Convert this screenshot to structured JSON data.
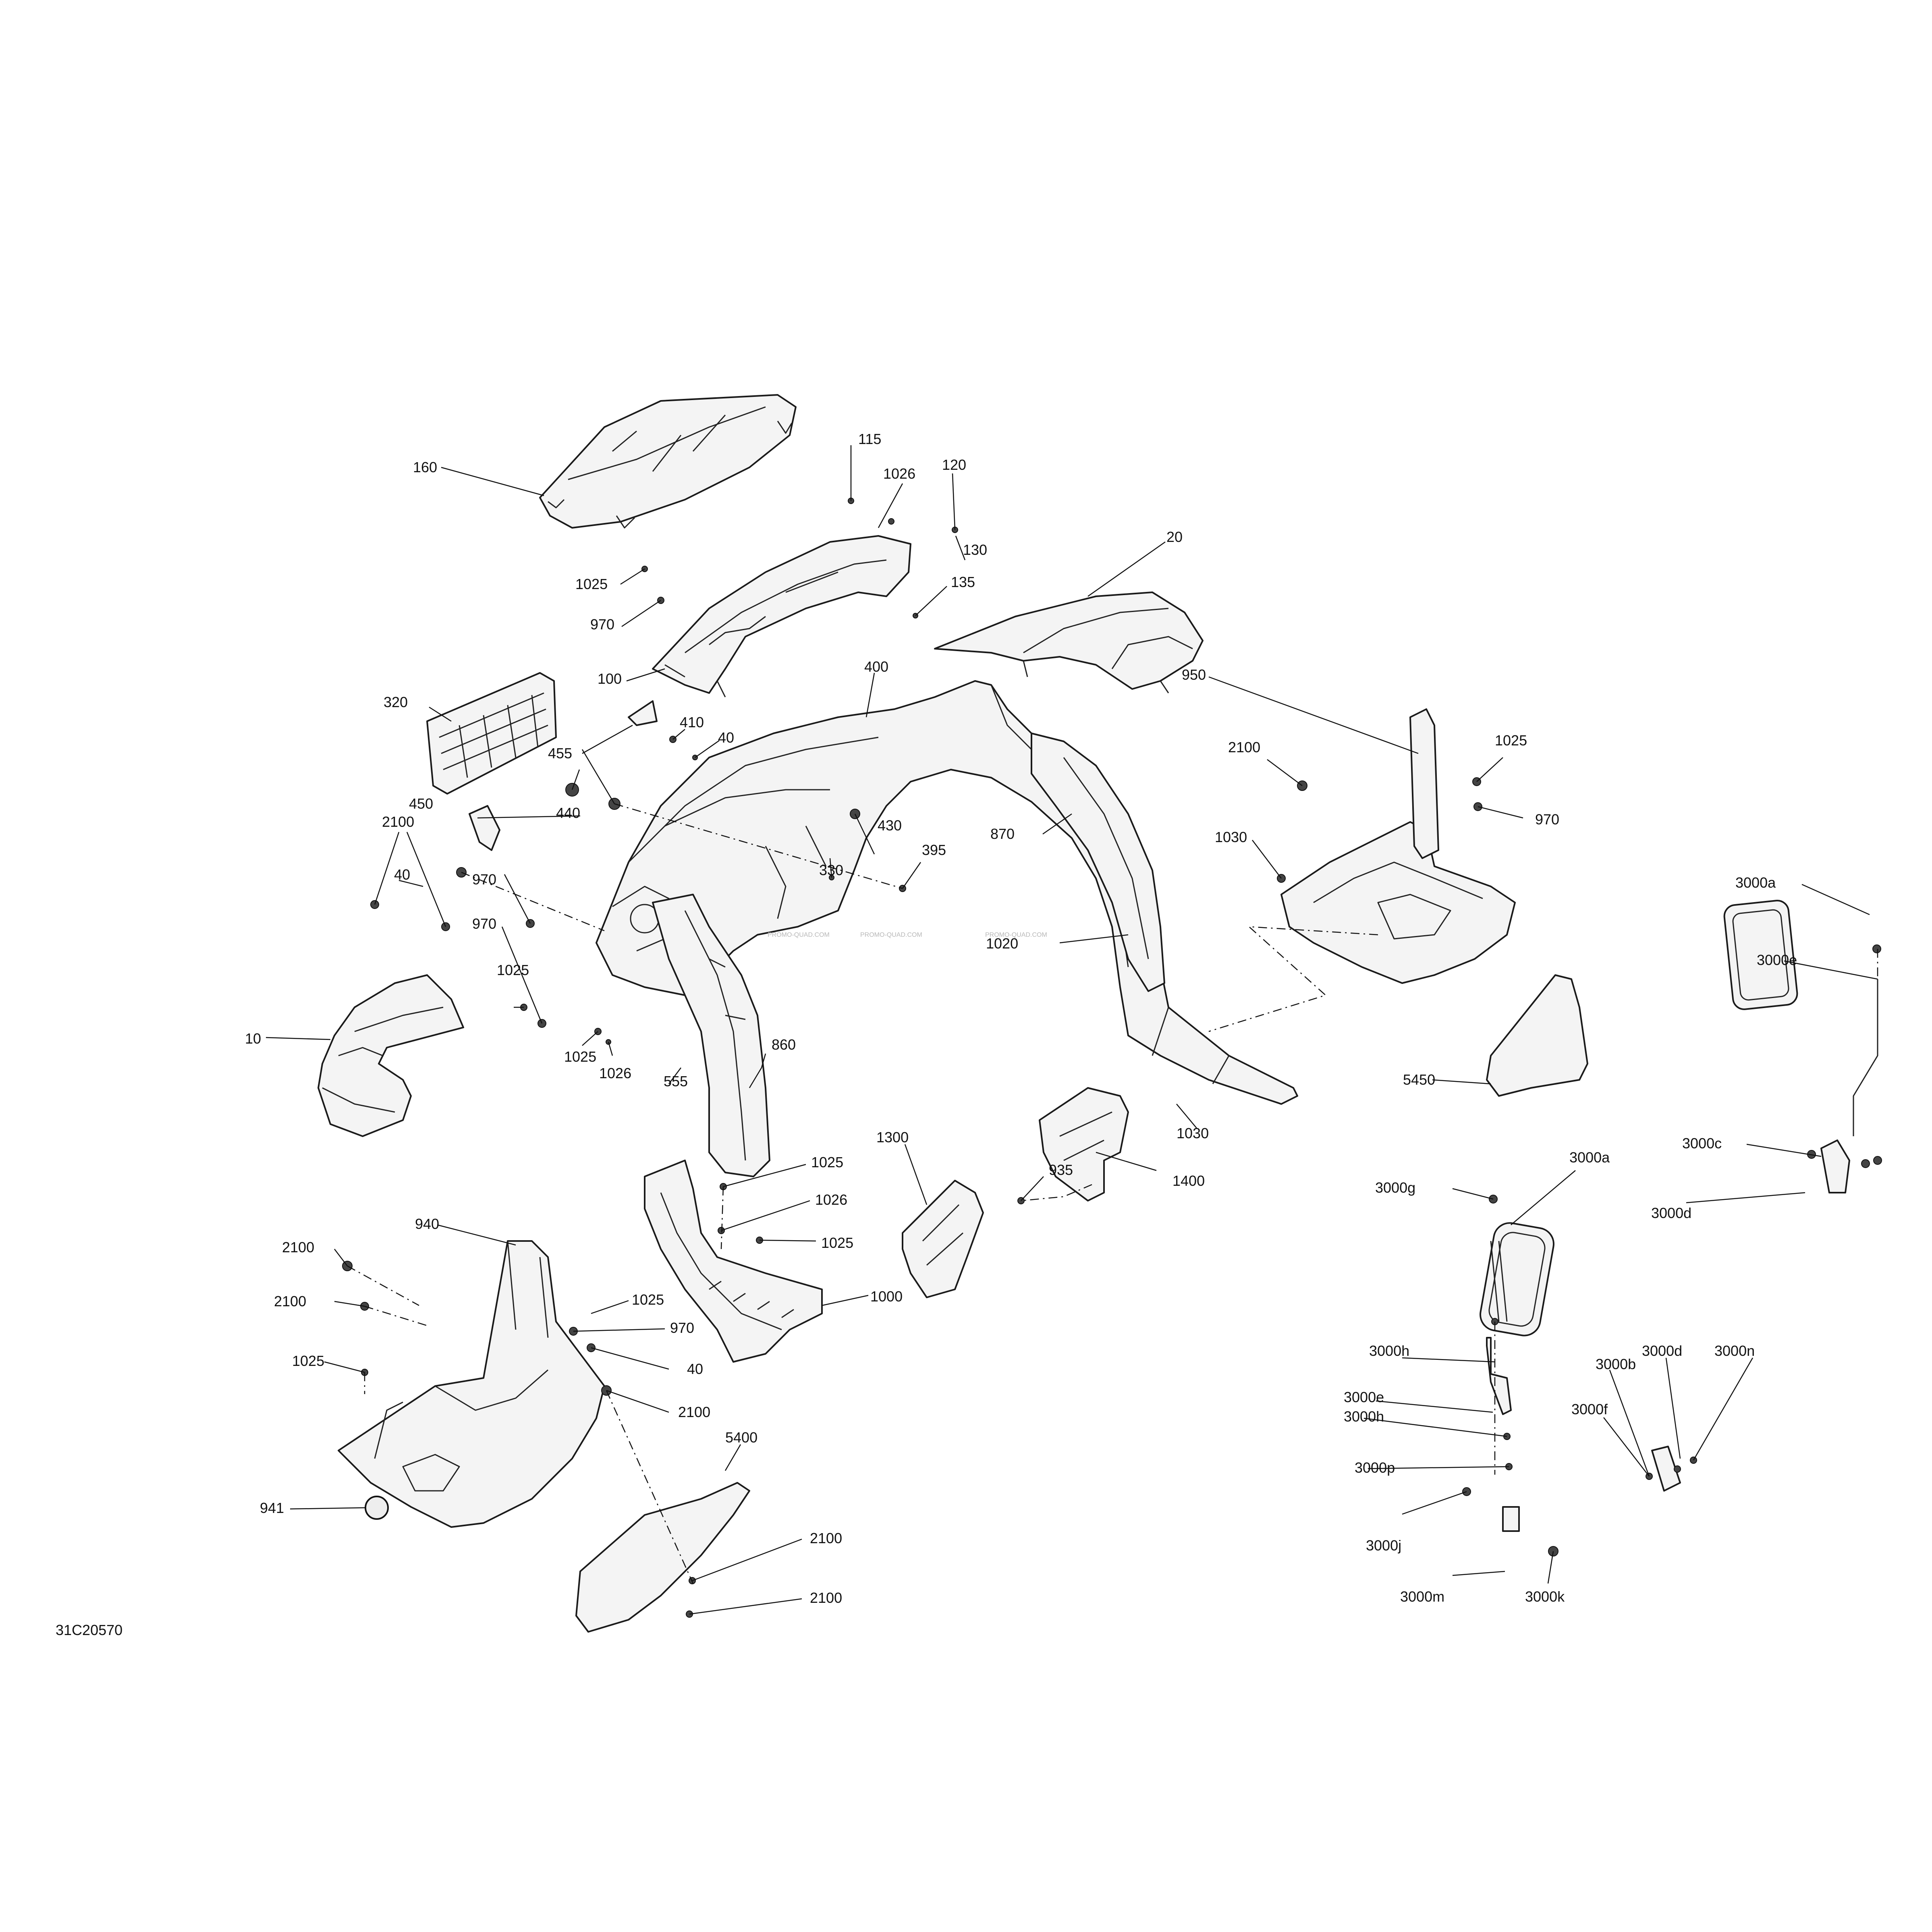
{
  "diagram_code": "31C20570",
  "watermark": "PROMO-QUAD.COM",
  "part_labels": {
    "p160": "160",
    "p115": "115",
    "p1026a": "1026",
    "p120": "120",
    "p130": "130",
    "p1025a": "1025",
    "p135": "135",
    "p970a": "970",
    "p20": "20",
    "p100": "100",
    "p400": "400",
    "p320": "320",
    "p455": "455",
    "p410": "410",
    "p40a": "40",
    "p950": "950",
    "p1025b": "1025",
    "p2100a": "2100",
    "p970b": "970",
    "p450": "450",
    "p440": "440",
    "p430": "430",
    "p395": "395",
    "p870": "870",
    "p1030a": "1030",
    "p2100b": "2100",
    "p40b": "40",
    "p330": "330",
    "p970c": "970",
    "p970d": "970",
    "p1025c": "1025",
    "p1020": "1020",
    "p3000a1": "3000a",
    "p10": "10",
    "p1025d": "1025",
    "p1026b": "1026",
    "p860": "860",
    "p555": "555",
    "p3000e1": "3000e",
    "p5450": "5450",
    "p1030b": "1030",
    "p1300": "1300",
    "p935": "935",
    "p1400": "1400",
    "p1025e": "1025",
    "p1026c": "1026",
    "p1025f": "1025",
    "p3000c1": "3000c",
    "p3000a2": "3000a",
    "p3000g": "3000g",
    "p3000d1": "3000d",
    "p940": "940",
    "p2100c": "2100",
    "p2100d": "2100",
    "p1000": "1000",
    "p1025g": "1025",
    "p1025h": "1025",
    "p970e": "970",
    "p40c": "40",
    "p2100e": "2100",
    "p3000h1": "3000h",
    "p3000d2": "3000d",
    "p3000b": "3000b",
    "p3000n": "3000n",
    "p3000e2": "3000e",
    "p3000f": "3000f",
    "p3000h2": "3000h",
    "p5400": "5400",
    "p941": "941",
    "p3000p": "3000p",
    "p2100f": "2100",
    "p3000j": "3000j",
    "p2100g": "2100",
    "p3000m": "3000m",
    "p3000k": "3000k"
  }
}
